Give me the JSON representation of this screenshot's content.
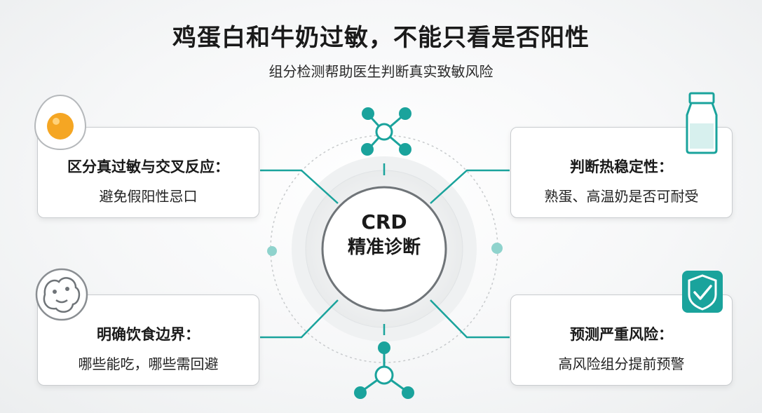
{
  "title": "鸡蛋白和牛奶过敏，不能只看是否阳性",
  "subtitle": "组分检测帮助医生判断真实致敏风险",
  "center": {
    "line1": "CRD",
    "line2": "精准诊断"
  },
  "cards": {
    "top_left": {
      "heading": "区分真过敏与交叉反应：",
      "text": "避免假阳性忌口",
      "icon": "egg-icon"
    },
    "bottom_left": {
      "heading": "明确饮食边界：",
      "text": "哪些能吃，哪些需回避",
      "icon": "cookie-icon"
    },
    "top_right": {
      "heading": "判断热稳定性：",
      "text": "熟蛋、高温奶是否可耐受",
      "icon": "milk-bottle-icon"
    },
    "bottom_right": {
      "heading": "预测严重风险：",
      "text": "高风险组分提前预警",
      "icon": "shield-check-icon"
    }
  },
  "colors": {
    "accent": "#1aa39c",
    "egg_yolk": "#f5a623",
    "card_border": "#c9cccf"
  }
}
